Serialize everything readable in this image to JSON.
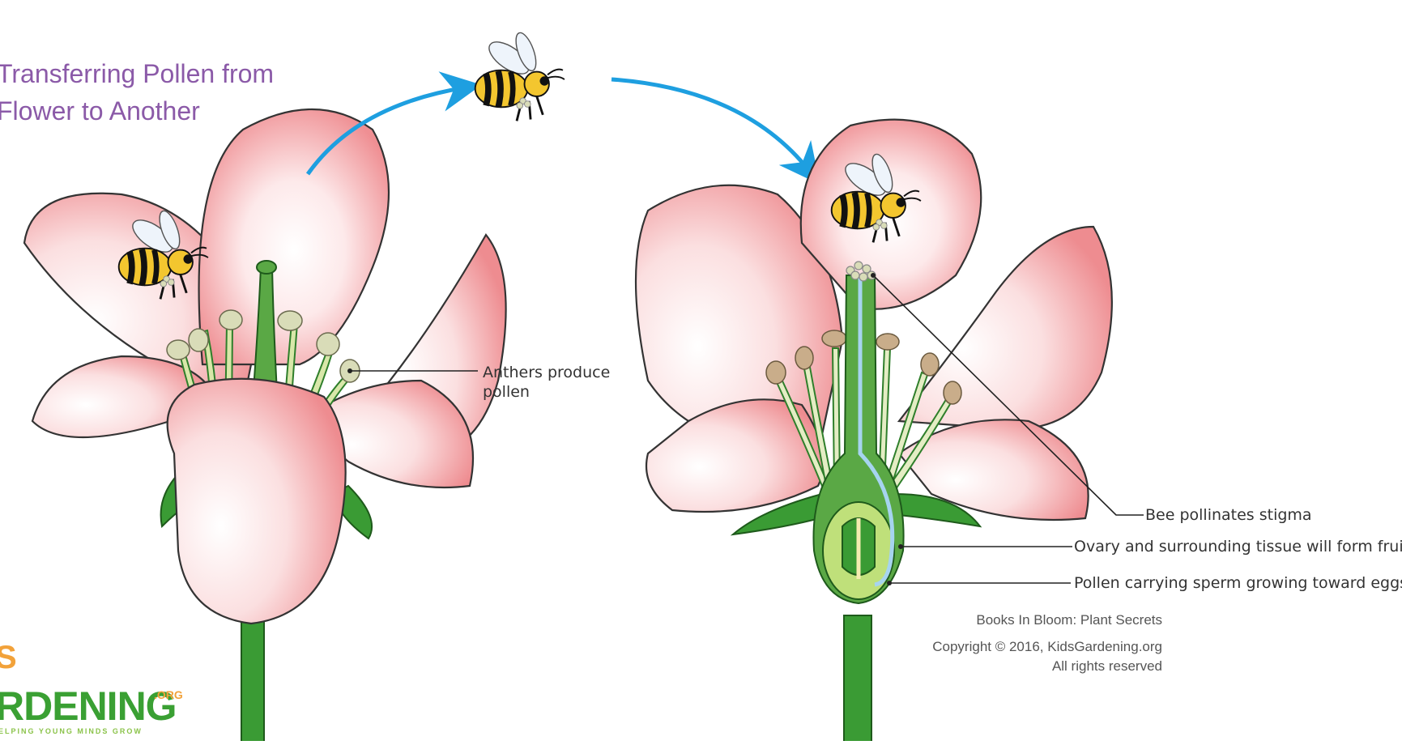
{
  "title": {
    "line1": "Transferring Pollen from",
    "line2": "Flower to Another"
  },
  "labels": {
    "anthers_line1": "Anthers produce",
    "anthers_line2": "pollen",
    "stigma": "Bee pollinates stigma",
    "ovary": "Ovary and surrounding tissue will form fruit",
    "pollen_tube": "Pollen carrying sperm growing toward eggs"
  },
  "credits": {
    "book": "Books In Bloom: Plant Secrets",
    "copyright": "Copyright © 2016, KidsGardening.org",
    "rights": "All rights reserved"
  },
  "logo": {
    "partial_top": "S",
    "main": "RDENING",
    "org": ".ORG",
    "tagline": "ELPING YOUNG MINDS GROW"
  },
  "colors": {
    "title": "#8b5aa8",
    "arrow": "#1e9fe0",
    "petal": "#f2a0a3",
    "stem": "#3a9b34",
    "logo_green": "#3aa033",
    "logo_orange": "#f2a23a"
  }
}
